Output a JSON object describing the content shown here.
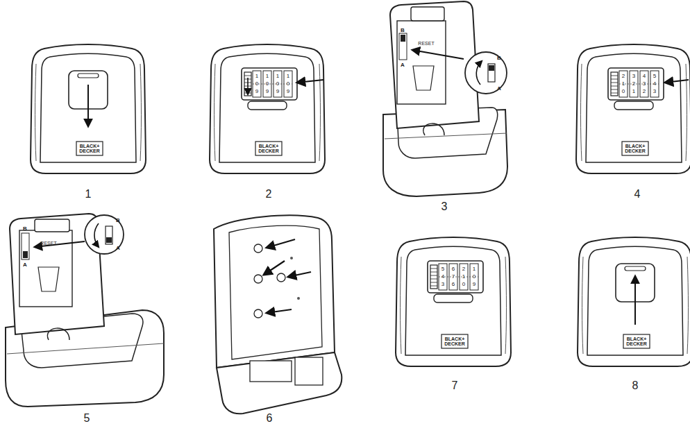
{
  "diagram": {
    "labels": [
      "BLACK+ DECKER",
      "1",
      "1",
      "0",
      "9",
      "1",
      "0",
      "9",
      "1",
      "0",
      "9",
      "1",
      "0",
      "9",
      "BLACK+ DECKER",
      "2",
      "B",
      "A",
      "RESET",
      "B",
      "A",
      "3",
      "2",
      "1",
      "0",
      "3",
      "2",
      "1",
      "4",
      "3",
      "2",
      "5",
      "4",
      "3",
      "BLACK+ DECKER",
      "4",
      "B",
      "A",
      "RESET",
      "B",
      "A",
      "5",
      "6",
      "5",
      "4",
      "3",
      "6",
      "7",
      "6",
      "2",
      "1",
      "0",
      "1",
      "0",
      "9",
      "BLACK+ DECKER",
      "7",
      "BLACK+ DECKER",
      "8"
    ]
  }
}
